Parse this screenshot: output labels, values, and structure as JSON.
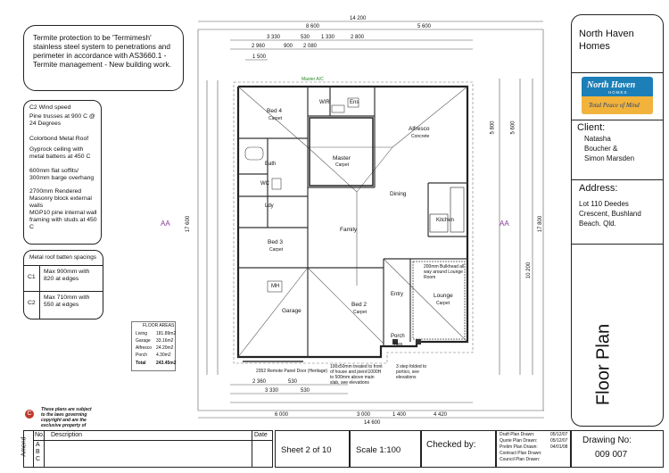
{
  "notes": {
    "termite": "Termite protection to be 'Termimesh' stainless steel system to penetrations and perimeter in accordance with AS3660.1 -Termite management - New building work.",
    "specs": [
      "C2 Wind speed",
      "Pine trusses at 900 C @ 24 Degrees",
      "Colorbond Metal Roof",
      "Gyprock ceiling with metal battens at 450 C",
      "600mm flat soffits/ 300mm barge overhang",
      "2700mm Rendered Masonry block external walls",
      "MGP10 pine internal wall framing with studs at 450 C"
    ],
    "batten_title": "Metal roof batten spacings",
    "batten_rows": [
      {
        "code": "C1",
        "text": "Max 900mm with 820 at edges"
      },
      {
        "code": "C2",
        "text": "Max 710mm with 550 at edges"
      }
    ]
  },
  "floor_areas": {
    "title": "FLOOR AREAS",
    "rows": [
      {
        "label": "Living",
        "value": "181.89m2"
      },
      {
        "label": "Garage",
        "value": "33.16m2"
      },
      {
        "label": "Alfresco",
        "value": "24.20m2"
      },
      {
        "label": "Porch",
        "value": "4.30m2"
      },
      {
        "label": "Total",
        "value": "243.45m2"
      }
    ]
  },
  "copyright": "These plans are subject to the laws governing copyright and are the exclusive property of North Haven Homes",
  "rooms": {
    "bed4": "Bed 4",
    "wir": "WIR",
    "ens": "Ens",
    "alfresco": "Alfresco",
    "master": "Master",
    "bath": "Bath",
    "wc": "WC",
    "ldy": "Ldy",
    "dining": "Dining",
    "kitchen": "Kitchen",
    "family": "Family",
    "bed3": "Bed 3",
    "garage": "Garage",
    "bed2": "Bed 2",
    "entry": "Entry",
    "lounge": "Lounge",
    "porch": "Porch",
    "mh": "MH",
    "carpet": "Carpet",
    "concrete": "Concrete",
    "tiles": "Tiles"
  },
  "plan_labels": {
    "section_left": "AA",
    "section_right": "AA",
    "master_ac": "Master A/C",
    "garage_door": "2352 Remote Panel Door (Heritage)",
    "porch_note": "100x50mm treated to front of house and piers\\1000H to 500mm above main slab, see elevations",
    "step_note": "3 step folded to portico, see elevations",
    "lounge_note": "200mm Bulkhead all way around Lounge Room"
  },
  "dims": {
    "top_total": "14 200",
    "top_a": "8 600",
    "top_b": "5 600",
    "top_c": "3 330",
    "top_d": "530",
    "top_e": "1 330",
    "top_f": "2 800",
    "top_g": "2 960",
    "top_h": "900",
    "top_i": "2 080",
    "top_j": "1 500",
    "bot_total": "14 600",
    "bot_a": "6 000",
    "bot_b": "3 000",
    "bot_c": "1 400",
    "bot_d": "4 420",
    "bot_e": "2 360",
    "bot_f": "530",
    "bot_g": "3 330",
    "bot_h": "530",
    "left_total": "17 600",
    "right_total": "17 800",
    "right_a": "10 200",
    "right_b": "5 600",
    "right_c": "5 800"
  },
  "title_block": {
    "company": "North Haven Homes",
    "logo_text": "North Haven",
    "logo_sub": "HOMES",
    "logo_tagline": "Total Peace of Mind",
    "client_label": "Client:",
    "client_name": "Natasha Boucher & Simon Marsden",
    "address_label": "Address:",
    "address": "Lot 110 Deedes Crescent, Bushland Beach. Qld.",
    "sheet_title": "Floor Plan",
    "drawing_label": "Drawing No:",
    "drawing_no": "009 007"
  },
  "footer": {
    "amend": "Amend",
    "no_label": "No.",
    "desc_label": "Description",
    "date_label": "Date",
    "rows": [
      "A",
      "B",
      "C"
    ],
    "sheet": "Sheet  2  of 10",
    "scale": "Scale 1:100",
    "checked": "Checked by:",
    "drawn": [
      {
        "label": "Draft Plan Drawn:",
        "date": "05/12/07"
      },
      {
        "label": "Quote Plan Drawn:",
        "date": "05/12/07"
      },
      {
        "label": "Prelim Plan Drawn:",
        "date": "04/01/08"
      },
      {
        "label": "Contract Plan Drawn:",
        "date": ""
      },
      {
        "label": "Council Plan Drawn:",
        "date": ""
      }
    ]
  }
}
